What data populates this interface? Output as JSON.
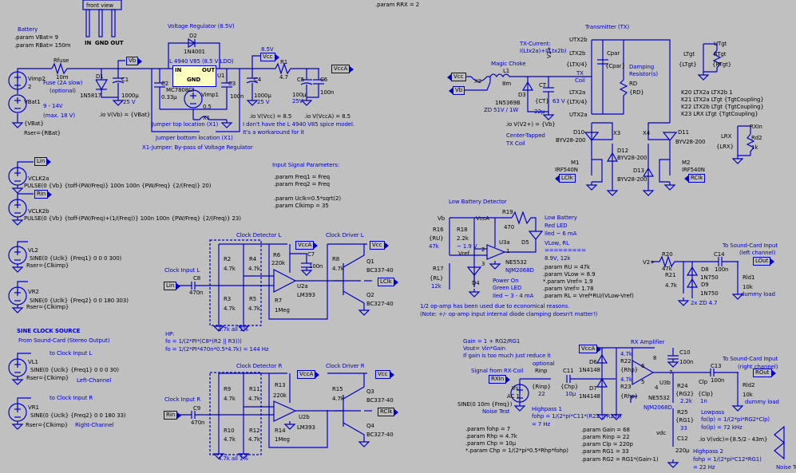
{
  "top": {
    "param_rrx": ".param RRX = 2"
  },
  "pinout": {
    "title": "front view",
    "pins": "IN  GND OUT"
  },
  "battery": {
    "title": "Battery",
    "params": [
      ".param VBat= 9",
      ".param RBat= 150m"
    ],
    "vimp2": "Vimp2",
    "vimp2_val": "2",
    "vbat1": "VBat1",
    "vbat_range": "9 - 14V",
    "vbat_max": "(max. 18 V)",
    "vbat_val": "{VBat}",
    "rser": "Rser={RBat}",
    "rfuse": "Rfuse",
    "rfuse_val": "10m",
    "fuse_note1": "Fuse (2A slow)",
    "fuse_note2": "(optional)",
    "d1": "D1",
    "d1_part": "1N5817",
    "c1": "C1",
    "c1_val": "1000µ",
    "c1_volt": "25 V",
    "io_vb": ".io V(Vb) = {VBat}"
  },
  "regulator": {
    "title": "Voltage Regulator (8.5V)",
    "d2": "D2",
    "d2_part": "1N4001",
    "u1_part": "L 4940 V85 (8.5 V LDO)",
    "u1": "U1",
    "pin_in": "IN",
    "pin_out": "OUT",
    "pin_gnd": "GND",
    "c2": "C2",
    "c2_val": "0.33µ",
    "mc": "MC7808C",
    "vimp1": "Vimp1",
    "vimp1_val": "0.5",
    "c3": "C3",
    "c3_val": "100n",
    "x1": "X1",
    "jumper_top": "Jumper top location (X1)",
    "jumper_bottom": "Jumper bottom location (X1)",
    "jumper_note": "X1-Jumper: By-pass of Voltage Regulator",
    "vcc_volt": "8.5V",
    "c4": "C4",
    "c4_val": "1000µ",
    "c4_volt": "25 V",
    "r1": "R1",
    "r1_val": "4.7",
    "c5": "C5",
    "c5_val": "100µ",
    "c5_volt": "25V",
    "c6": "C6",
    "c6_val": "100n",
    "io_vcc": ".io V(Vcc) = 8.5",
    "io_vcca": ".io V(VccA) = 8.5",
    "note1": "I don't have the L 4940 V85 spice model.",
    "note2": "It's a workaround for it"
  },
  "net_labels": {
    "vb": "Vb",
    "vcc": "Vcc",
    "vcca": "VccA",
    "lin": "Lin",
    "rin": "Rin",
    "lclk": "LClk",
    "rclk": "RClk",
    "lout": "LOut",
    "rout": "ROut",
    "rxin": "RXIn",
    "v2plus": "V2+",
    "vdc": "vdc"
  },
  "clk_sources": {
    "vclk2a": "VCLK2a",
    "vclk2a_pulse": "PULSE(0 {Vb} {toff-(PW/Freq)} 100n 100n {PW/Freq} {2/(Freq)} 20)",
    "vclk2b": "VCLK2b",
    "vclk2b_pulse": "PULSE(0 {Vb} {toff-(PW/Freq)+(1/(Freq))} 100n 100n {PW/Freq} {2/(Freq)} 23)",
    "vl2": "VL2",
    "vl2_sine": "SINE(0 {Uclk} {Freq1} 0 0 0 300)",
    "vl2_rser": "Rser={Clkimp}",
    "vr2": "VR2",
    "vr2_sine": "SINE(0 {Uclk} {Freq2} 0 0 180 303)",
    "vr2_rser": "Rser={Clkimp}"
  },
  "input_params": {
    "title": "Input Signal Parameters:",
    "lines": [
      ".param Freq1 = Freq",
      ".param Freq2 = Freq",
      ".param Uclk=0.5*sqrt(2)",
      ".param Clkimp = 35"
    ]
  },
  "sine_source": {
    "title": "SINE CLOCK SOURCE",
    "subtitle": "From Sound-Card (Stereo Output)",
    "to_l": "to Clock Input L",
    "vl1": "VL1",
    "vl1_sine": "SINE(0 {Uclk} {Freq1} 0 0 0 30)",
    "vl1_rser": "Rser={Clkimp}",
    "left": "Left-Channel",
    "to_r": "to Clock Input R",
    "vr1": "VR1",
    "vr1_sine": "SINE(0 {Uclk} {Freq2} 0 0 180 33)",
    "vr1_rser": "Rser={Clkimp}",
    "right": "Right-Channel"
  },
  "clock_l": {
    "detector_title": "Clock Detector L",
    "driver_title": "Clock Driver L",
    "input_title": "Clock Input L",
    "c8": "C8",
    "c8_val": "470n",
    "r2": "R2",
    "r4": "R4",
    "r3": "R3",
    "r5": "R5",
    "r_val": "4.7k",
    "r6": "R6",
    "r6_val": "220k",
    "r7": "R7",
    "r7_val": "1Meg",
    "c7": "C7",
    "c7_val": "100n",
    "u2a": "U2a",
    "u2_part": "LM393",
    "pin2": "2",
    "pin3": "3",
    "pin1": "1",
    "pin8": "8",
    "pin4": "4",
    "r8": "R8",
    "r8_val": "4.7k",
    "q1": "Q1",
    "q1_part": "BC337-40",
    "q2": "Q2",
    "q2_part": "BC327-40",
    "all1pct": "4.7k all 1%"
  },
  "hp_note": {
    "title": "HP:",
    "line1": "fo = 1/(2*PI*(C8*(R2 || R3)))",
    "line2": "fo = 1/(2*PI*470n*0.5*4.7k) = 144 Hz"
  },
  "clock_r": {
    "detector_title": "Clock Detector R",
    "driver_title": "Clock Driver R",
    "input_title": "Clock Input R",
    "c9": "C9",
    "c9_val": "470n",
    "r9": "R9",
    "r11": "R11",
    "r10": "R10",
    "r12": "R12",
    "r_val": "4.7k",
    "r13": "R13",
    "r13_val": "220k",
    "r14": "R14",
    "r14_val": "1Meg",
    "u2b": "U2b",
    "u2_part": "LM393",
    "pin8": "8",
    "pin4": "4",
    "r15": "R15",
    "r15_val": "4.7k",
    "q3": "Q3",
    "q3_part": "BC337-40",
    "q4": "Q4",
    "q4_part": "BC327-40",
    "all1pct": "4.7k all 1%"
  },
  "transmitter": {
    "title": "Transmitter (TX)",
    "tx_current": "TX-Current:",
    "tx_current_expr": "I(Ltx2a)+I(Ltx2b)",
    "magic_choke": "Magic Choke",
    "l1": "L1",
    "l1_val": "8m",
    "x2": "X2",
    "d3": "D3",
    "d3_part": "1N5369B",
    "d3_note": "ZD 51V / 1W",
    "ct": "CT",
    "ct_val": "{CT}",
    "ct_volt": "63 V",
    "ct_cap": "22µ",
    "io_v2": ".io V(V2+) = {Vb}",
    "center_tapped1": "Center-Tapped",
    "center_tapped2": "TX Coil",
    "utx2b": "UTX2b",
    "ltx2b": "LTX2b",
    "ltx4a": "{LTX/4}",
    "tx_coil1": "TX",
    "tx_coil2": "Coil",
    "ltx2a": "LTX2a",
    "ltx4b": "{LTX/4}",
    "utx2a": "UTX2a",
    "cpar": "Cpar",
    "cpar_val": "{Cpar}",
    "damping1": "Damping",
    "damping2": "Resistor(s)",
    "rd": "RD",
    "rd_val": "{RD}",
    "d10": "D10",
    "d11": "D11",
    "d12": "D12",
    "d13": "D13",
    "byv": "BYV28-200",
    "x3": "X3",
    "x4": "X4",
    "m1": "M1",
    "m2": "M2",
    "irf": "IRF540N"
  },
  "target": {
    "utgt": "UTgt",
    "ltgt": "LTgt",
    "ltgt_val": "{LTgt}",
    "rtgt": "RTgt",
    "rtgt_val": "{RTgt}",
    "k_lines": [
      "K20 LTX2a LTX2b 1",
      "K21 LTX2a LTgt {TgtCoupling}",
      "K22 LTX2b LTgt {TgtCoupling}",
      "K23 LRX LTgt {TgtCoupling}"
    ],
    "lrx": "LRX",
    "lrx_val": "{LRX}",
    "rd2": "Rd2",
    "rd2_val": "1k"
  },
  "low_battery": {
    "title": "Low Battery Detector",
    "r16": "R16",
    "r16_val": "{RU}",
    "r16_47k": "47k",
    "r18": "R18",
    "r18_val": "2.2k",
    "r18_v": "~ 1.9 V",
    "vref": "Vref",
    "r17": "R17",
    "r17_val": "{RL}",
    "r17_12k": "12k",
    "r19": "R19",
    "r19_val": "470",
    "u3a": "U3a",
    "u3_part": "NE5532",
    "u3_alt": "NJM2068D",
    "pin2": "2",
    "pin3": "3",
    "pin1": "1",
    "d5": "D5",
    "d4": "D4",
    "red_led1": "Low Battery",
    "red_led2": "Red LED",
    "red_led3": "Iled ~ 6 mA",
    "vlow_title": "VLow, RL",
    "vlow_sep": "=========",
    "vlow_val": "8.9V, 12k",
    "green1": "Power On",
    "green2": "Green LED",
    "green3": "Iled ~ 3 - 4 mA",
    "params": [
      ".param RU = 47k",
      ".param VLow = 8.9",
      "*.param Vref= 1.9",
      ".param Vref= 1.78",
      ".param RL = Vref*RU/(VLow-Vref)"
    ],
    "note1": "1/2 op-amp has been used due to economical reasons.",
    "note2": "(Note: +/- op-amp input internal diode clamping doesn't matter!)"
  },
  "lout_stage": {
    "title1": "To Sound-Card Input",
    "title2": "(left channel)",
    "r20": "R20",
    "r20_val": "47k",
    "r21": "R21",
    "r21_val": "4.7k",
    "d8": "D8",
    "d9": "D9",
    "zd_part": "1N750",
    "zd_note": "2x ZD 4.7",
    "c14": "C14",
    "c14_val": "100n",
    "rld1": "Rld1",
    "rld1_val": "10k",
    "dummy": "dummy load"
  },
  "rx_amp": {
    "title": "RX Amplifier",
    "gain1": "Gain = 1 + RG2/RG1",
    "gain2": "Vout= Vin*Gain",
    "gain3": "If gain is too much just reduce it",
    "signal_from": "Signal from RX-Coil",
    "vs": "Vs",
    "vs_ac": "AC 1",
    "vs_sine": "SINE(0 10m {Freq})",
    "noise_test": "Noise Test",
    "optional": "optional",
    "rinp": "Rinp",
    "rinp_val": "{Rinp}",
    "rinp_22": "22",
    "c11": "C11",
    "c11_val": "{Chp}",
    "c11_10u": "10µ",
    "d6": "D6",
    "d7": "D7",
    "d_part": "1N4148",
    "r22": "R22",
    "r23": "R23",
    "rhp": "{Rhp}",
    "r47k": "4.7k",
    "c10": "C10",
    "c10_val": "100n",
    "u3b": "U3b",
    "u3_part": "NE5532",
    "u3_alt": "NJM2068D",
    "pin5": "5",
    "pin6": "6",
    "pin7": "7",
    "pin8": "8",
    "pin4": "4",
    "r24": "R24",
    "r24_val": "{RG2}",
    "r24_22k": "2.2k",
    "clp": "Clp",
    "clp_val": "{Clp}",
    "clp_1n": "1n",
    "r25": "R25",
    "r25_val": "{RG1}",
    "r25_33": "33",
    "c12": "C12",
    "c12_val": "220µ",
    "c13": "C13",
    "c13_val": "100n",
    "to_sc1": "To Sound-Card Input",
    "to_sc2": "(right channel)",
    "rld2": "Rld2",
    "rld2_val": "10k",
    "dummy": "dummy load",
    "hp1_title": "Highpass 1",
    "hp1_eq": "fohp = 1/(2*pi*C11*(R22 || R23))",
    "hp1_val": "= 7 Hz",
    "lp_title": "Lowpass",
    "lp_eq": "fo(lp) = 1/(2*pi*RG2*Clp)",
    "lp_val": "fo(lp) = 72 kHz",
    "io_vdc": ".io V(vdc)={8.5/2 - 43m}",
    "hp2_title": "Highpass 2",
    "hp2_eq": "fohp = 1/(2*pi*C12*RG1)",
    "hp2_val": "= 22 Hz",
    "params_left": [
      ".param fohp = 7",
      ".param Rhp = 4.7k",
      ".param Chp = 10µ",
      "*.param Chp = 1/(2*pi*0.5*Rhp*fohp)"
    ],
    "params_right": [
      ".param Gain = 68",
      ".param Rinp = 22",
      ".param Clp = 220p",
      ".param RG1 = 33",
      ".param RG2 = RG1*(Gain-1)"
    ],
    "noise_test_cut": "Noise Te"
  },
  "colors": {
    "background": "#c0c0c0",
    "wire": "#0000c8",
    "text": "#000000",
    "comment": "#0000c8",
    "ic_fill": "#ffffc0"
  }
}
